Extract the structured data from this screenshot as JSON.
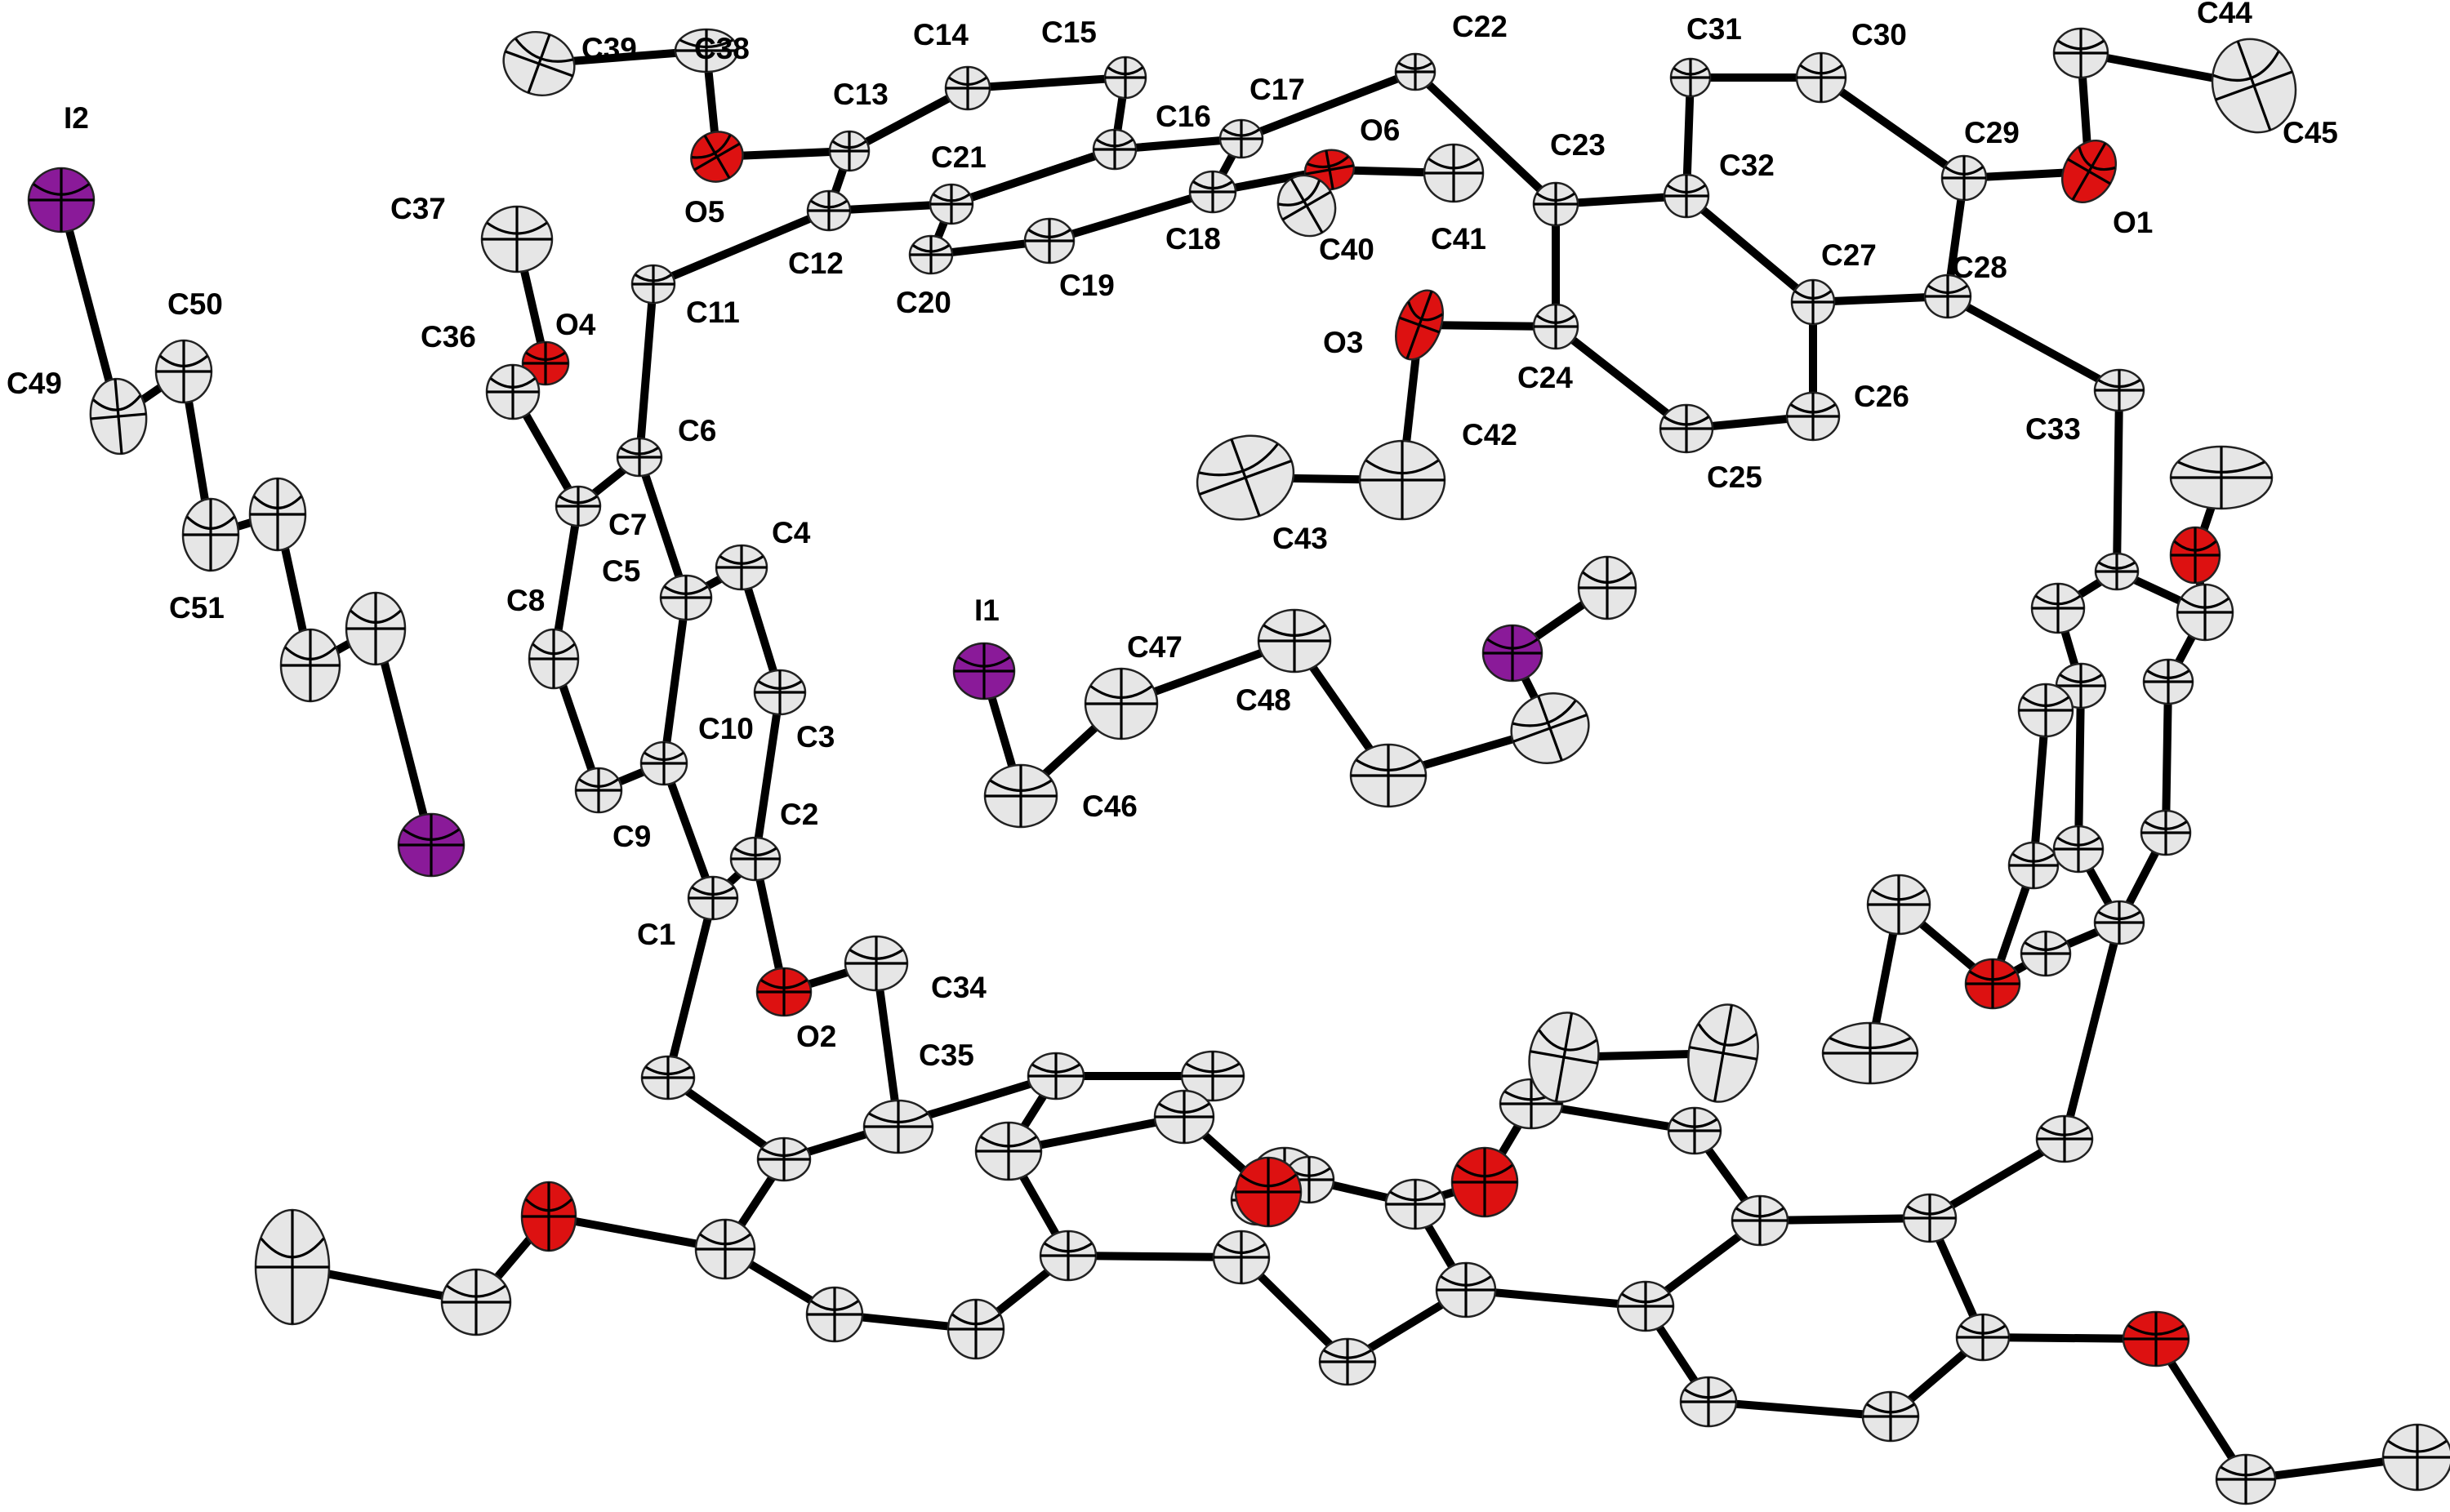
{
  "atom_colors": {
    "carbon": "#e6e6e6",
    "oxygen": "#dd1111",
    "iodine": "#8a1a99",
    "bond": "#000000"
  },
  "labels": {
    "I2": "I2",
    "C49": "C49",
    "C50": "C50",
    "C51": "C51",
    "C39": "C39",
    "C38": "C38",
    "C14": "C14",
    "C15": "C15",
    "C22": "C22",
    "C31": "C31",
    "C30": "C30",
    "C44": "C44",
    "C45": "C45",
    "C13": "C13",
    "C17": "C17",
    "C16": "C16",
    "C21": "C21",
    "O6": "O6",
    "O5": "O5",
    "C12": "C12",
    "C20": "C20",
    "C19": "C19",
    "C18": "C18",
    "C40": "C40",
    "C41": "C41",
    "C37": "C37",
    "C11": "C11",
    "C23": "C23",
    "C32": "C32",
    "C29": "C29",
    "O1": "O1",
    "C27": "C27",
    "C28": "C28",
    "C36": "C36",
    "O4": "O4",
    "O3": "O3",
    "C24": "C24",
    "C26": "C26",
    "C42": "C42",
    "C25": "C25",
    "C6": "C6",
    "C33": "C33",
    "C43": "C43",
    "C4": "C4",
    "C7": "C7",
    "C5": "C5",
    "C8": "C8",
    "I1": "I1",
    "C47": "C47",
    "C48": "C48",
    "C10": "C10",
    "C3": "C3",
    "C46": "C46",
    "C9": "C9",
    "C2": "C2",
    "C1": "C1",
    "C34": "C34",
    "O2": "O2",
    "C35": "C35"
  }
}
